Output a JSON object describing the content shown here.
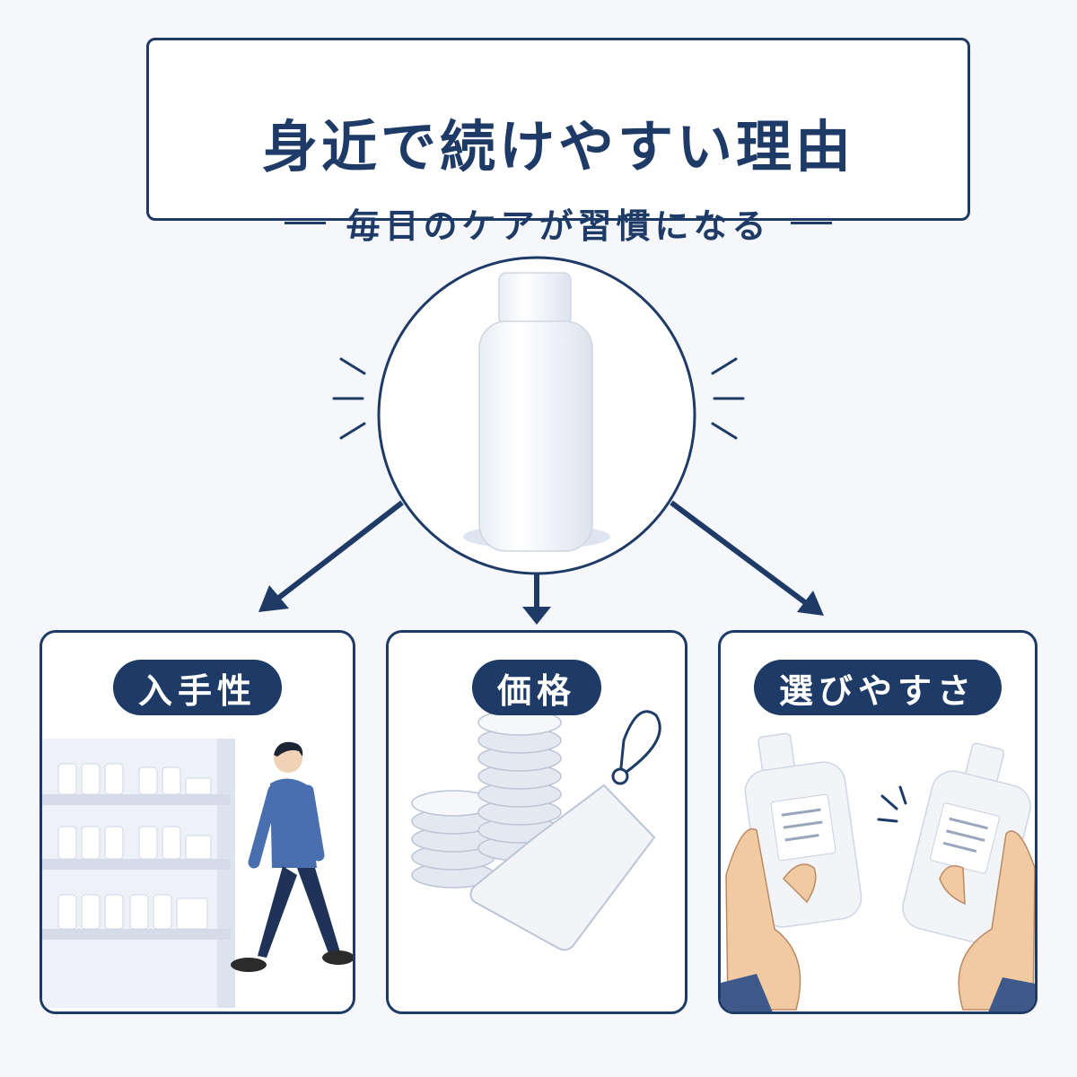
{
  "header": {
    "title": "身近で続けやすい理由",
    "subtitle": "毎日のケアが習慣になる"
  },
  "cards": [
    {
      "label": "入手性"
    },
    {
      "label": "価格"
    },
    {
      "label": "選びやすさ"
    }
  ],
  "colors": {
    "navy": "#1e3a66",
    "background": "#f5f7fb"
  }
}
